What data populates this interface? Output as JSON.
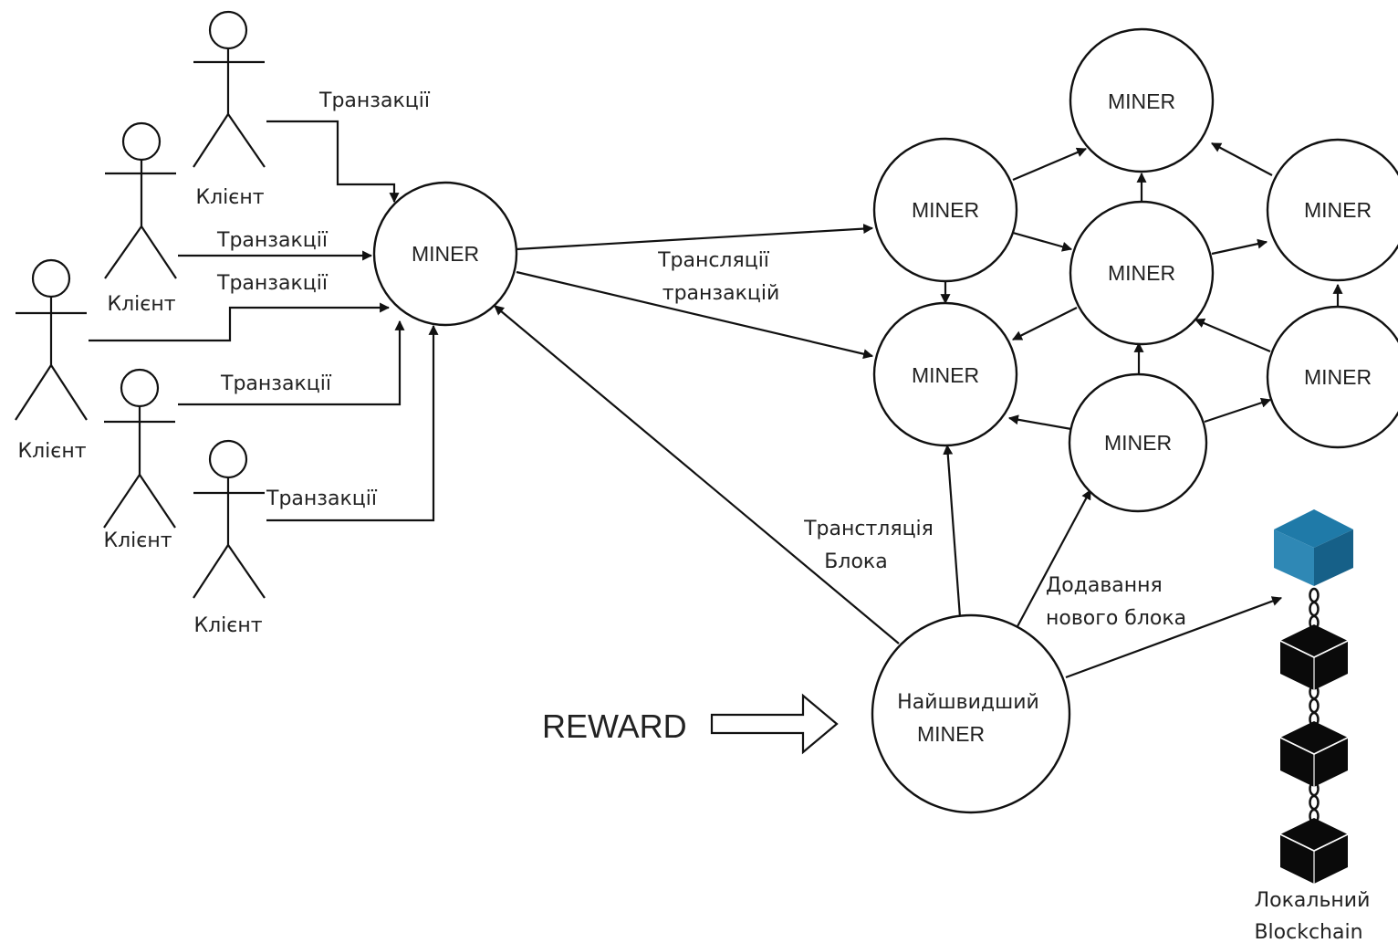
{
  "clients": {
    "label": "Клієнт"
  },
  "tx_labels": [
    "Транзакції",
    "Транзакції",
    "Транзакції",
    "Транзакції",
    "Транзакції"
  ],
  "miner_label": "MINER",
  "broadcast_tx": {
    "line1": "Трансляції",
    "line2": "транзакцій"
  },
  "broadcast_block": {
    "line1": "Транстляція",
    "line2": "Блока"
  },
  "add_block": {
    "line1": "Додавання",
    "line2": "нового блока"
  },
  "fastest_miner": {
    "line1": "Найшвидший",
    "line2": "MINER"
  },
  "reward": "REWARD",
  "local_blockchain": {
    "line1": "Локальний",
    "line2": "Blockchain"
  },
  "colors": {
    "block_top": "#1f7aa8",
    "block_side": "#166088",
    "chain_block": "#0a0a0a"
  }
}
